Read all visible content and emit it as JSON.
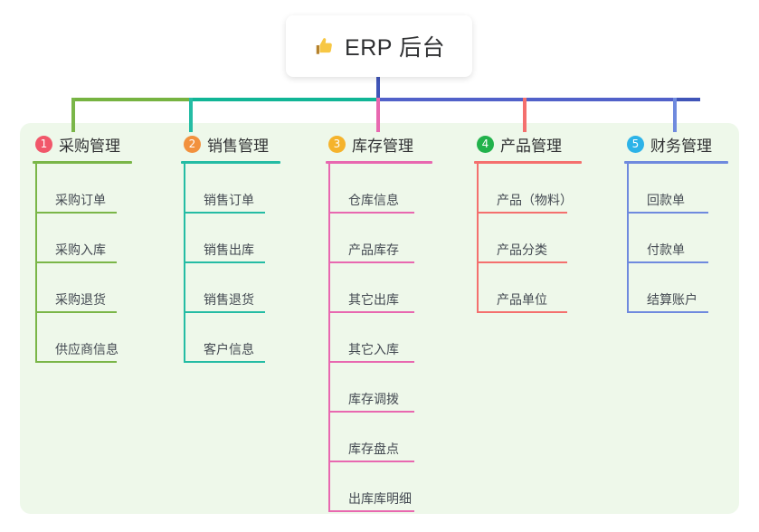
{
  "root": {
    "icon": "thumbs-up-icon",
    "title": "ERP 后台"
  },
  "colors": {
    "panel_bg": "#eef8ea",
    "page_bg": "#ffffff",
    "stem": "#4055b8",
    "bus_1": "#76b341",
    "bus_2": "#11b596",
    "bus_3": "#5161c9",
    "bus_4": "#4055b8"
  },
  "columns": [
    {
      "index": "1",
      "title": "采购管理",
      "badge_color": "#f1576a",
      "line_color": "#7ab648",
      "items": [
        "采购订单",
        "采购入库",
        "采购退货",
        "供应商信息"
      ]
    },
    {
      "index": "2",
      "title": "销售管理",
      "badge_color": "#f2913d",
      "line_color": "#24bca4",
      "items": [
        "销售订单",
        "销售出库",
        "销售退货",
        "客户信息"
      ]
    },
    {
      "index": "3",
      "title": "库存管理",
      "badge_color": "#f5b32c",
      "line_color": "#e868b0",
      "items": [
        "仓库信息",
        "产品库存",
        "其它出库",
        "其它入库",
        "库存调拨",
        "库存盘点",
        "出库库明细"
      ]
    },
    {
      "index": "4",
      "title": "产品管理",
      "badge_color": "#21b24b",
      "line_color": "#f4706e",
      "items": [
        "产品（物料）",
        "产品分类",
        "产品单位"
      ]
    },
    {
      "index": "5",
      "title": "财务管理",
      "badge_color": "#2cb3e8",
      "line_color": "#6f8ade",
      "items": [
        "回款单",
        "付款单",
        "结算账户"
      ]
    }
  ]
}
